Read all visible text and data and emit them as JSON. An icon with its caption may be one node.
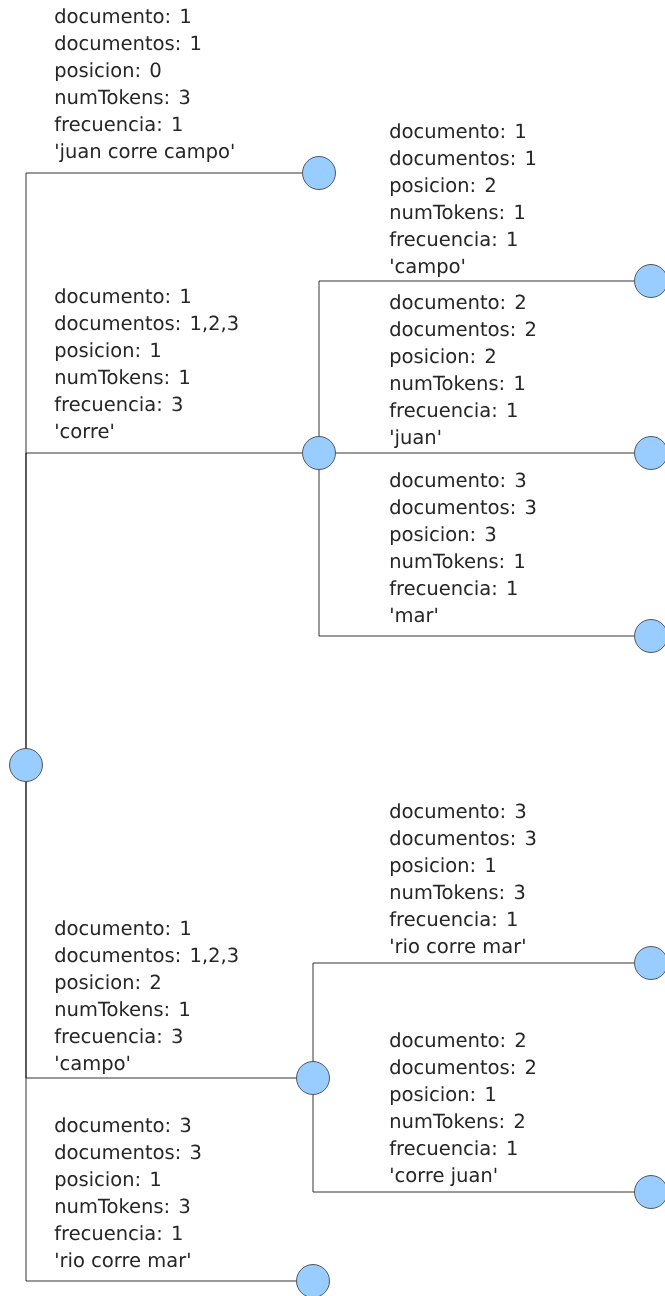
{
  "diagram": {
    "nodes": [
      {
        "text": [],
        "shape": "circle"
      },
      {
        "text": [],
        "shape": "circle",
        "beside": [
          "documento: 1",
          "documentos: 1",
          "posicion: 0",
          "numTokens: 3",
          "frecuencia: 1",
          "'juan corre campo'"
        ]
      },
      {
        "text": [],
        "shape": "circle",
        "beside": [
          "documento: 1",
          "documentos: 1,2,3",
          "posicion: 1",
          "numTokens: 1",
          "frecuencia: 3",
          "'corre'"
        ]
      },
      {
        "text": [],
        "shape": "circle",
        "beside": [
          "documento: 1",
          "documentos: 1",
          "posicion: 2",
          "numTokens: 1",
          "frecuencia: 1",
          "'campo'"
        ]
      },
      {
        "text": [],
        "shape": "circle",
        "beside": [
          "documento: 2",
          "documentos: 2",
          "posicion: 2",
          "numTokens: 1",
          "frecuencia: 1",
          "'juan'"
        ]
      },
      {
        "text": [],
        "shape": "circle",
        "beside": [
          "documento: 3",
          "documentos: 3",
          "posicion: 3",
          "numTokens: 1",
          "frecuencia: 1",
          "'mar'"
        ]
      },
      {
        "text": [],
        "shape": "circle",
        "beside": [
          "documento: 1",
          "documentos: 1,2,3",
          "posicion: 2",
          "numTokens: 1",
          "frecuencia: 3",
          "'campo'"
        ]
      },
      {
        "text": [],
        "shape": "circle",
        "beside": [
          "documento: 3",
          "documentos: 3",
          "posicion: 1",
          "numTokens: 3",
          "frecuencia: 1",
          "'rio corre mar'"
        ]
      },
      {
        "text": [],
        "shape": "circle",
        "beside": [
          "documento: 2",
          "documentos: 2",
          "posicion: 1",
          "numTokens: 2",
          "frecuencia: 1",
          "'corre juan'"
        ]
      },
      {
        "text": [],
        "shape": "circle",
        "beside": [
          "documento: 3",
          "documentos: 3",
          "posicion: 1",
          "numTokens: 3",
          "frecuencia: 1",
          "'rio corre mar'"
        ]
      }
    ],
    "edges": [
      {
        "from": 0,
        "to": 1,
        "arrow": "none"
      },
      {
        "from": 0,
        "to": 2,
        "arrow": "none"
      },
      {
        "from": 2,
        "to": 3,
        "arrow": "none"
      },
      {
        "from": 2,
        "to": 4,
        "arrow": "none"
      },
      {
        "from": 2,
        "to": 5,
        "arrow": "none"
      },
      {
        "from": 0,
        "to": 6,
        "arrow": "none"
      },
      {
        "from": 6,
        "to": 7,
        "arrow": "none"
      },
      {
        "from": 6,
        "to": 8,
        "arrow": "none"
      },
      {
        "from": 0,
        "to": 9,
        "arrow": "none"
      }
    ]
  }
}
